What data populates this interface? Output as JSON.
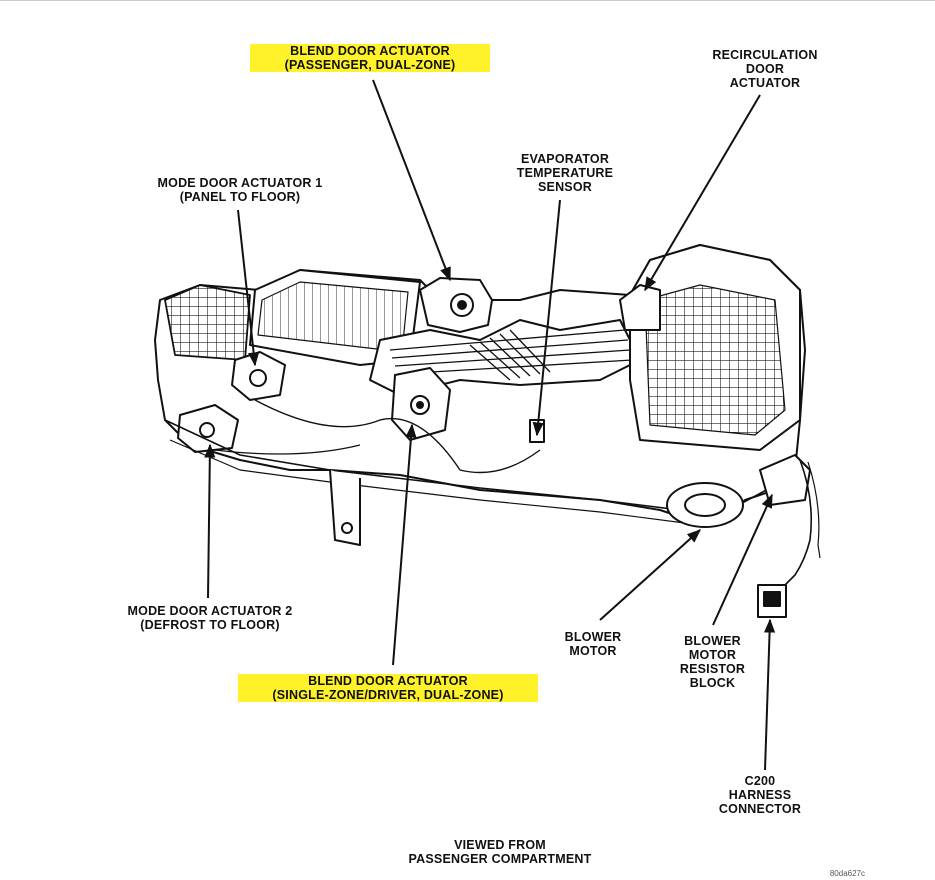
{
  "labels": {
    "blend_passenger": [
      "BLEND DOOR ACTUATOR",
      "(PASSENGER, DUAL-ZONE)"
    ],
    "recirculation": [
      "RECIRCULATION",
      "DOOR",
      "ACTUATOR"
    ],
    "evaporator": [
      "EVAPORATOR",
      "TEMPERATURE",
      "SENSOR"
    ],
    "mode_door_1": [
      "MODE DOOR ACTUATOR 1",
      "(PANEL TO FLOOR)"
    ],
    "mode_door_2": [
      "MODE DOOR ACTUATOR 2",
      "(DEFROST TO FLOOR)"
    ],
    "blend_driver": [
      "BLEND DOOR ACTUATOR",
      "(SINGLE-ZONE/DRIVER, DUAL-ZONE)"
    ],
    "blower_motor": [
      "BLOWER",
      "MOTOR"
    ],
    "resistor_block": [
      "BLOWER",
      "MOTOR",
      "RESISTOR",
      "BLOCK"
    ],
    "c200": [
      "C200",
      "HARNESS",
      "CONNECTOR"
    ],
    "viewed_from": [
      "VIEWED FROM",
      "PASSENGER COMPARTMENT"
    ]
  },
  "figure_id": "80da627c",
  "colors": {
    "highlight": "#fff22b",
    "ink": "#111111"
  }
}
